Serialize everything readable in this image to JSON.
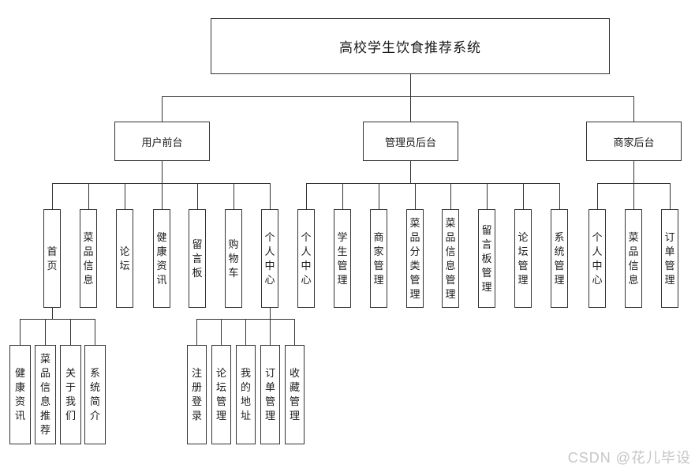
{
  "tree": {
    "root": "高校学生饮食推荐系统",
    "branches": [
      {
        "label": "用户前台",
        "children": [
          "首页",
          "菜品信息",
          "论坛",
          "健康资讯",
          "留言板",
          "购物车",
          "个人中心"
        ]
      },
      {
        "label": "管理员后台",
        "children": [
          "个人中心",
          "学生管理",
          "商家管理",
          "菜品分类管理",
          "菜品信息管理",
          "留言板管理",
          "论坛管理",
          "系统管理"
        ]
      },
      {
        "label": "商家后台",
        "children": [
          "个人中心",
          "菜品信息",
          "订单管理"
        ]
      }
    ],
    "home_children": [
      "健康资讯",
      "菜品信息推荐",
      "关于我们",
      "系统简介"
    ],
    "personal_children": [
      "注册登录",
      "论坛管理",
      "我的地址",
      "订单管理",
      "收藏管理"
    ]
  },
  "colors": {
    "line": "#333333",
    "text": "#1a1a1a",
    "watermark": "#c6c6c6",
    "background": "#ffffff"
  },
  "watermark": "CSDN @花儿毕设"
}
